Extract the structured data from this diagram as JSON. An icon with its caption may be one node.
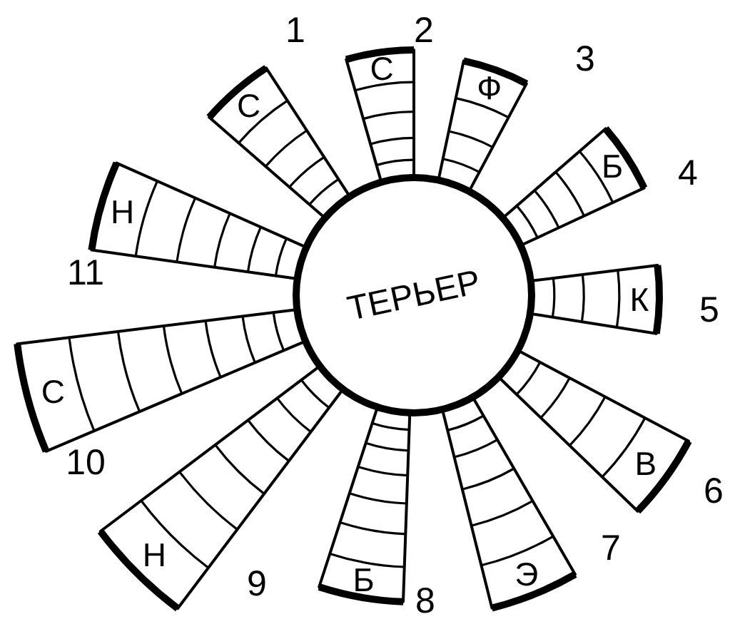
{
  "diagram": {
    "nodes": [
      {
        "text": [
          "ТЕРЬЕР"
        ]
      },
      {
        "text": [
          "С"
        ],
        "beside": [
          "1"
        ]
      },
      {
        "text": [
          "С"
        ],
        "beside": [
          "2"
        ]
      },
      {
        "text": [
          "Ф"
        ],
        "beside": [
          "3"
        ]
      },
      {
        "text": [
          "Б"
        ],
        "beside": [
          "4"
        ]
      },
      {
        "text": [
          "К"
        ],
        "beside": [
          "5"
        ]
      },
      {
        "text": [
          "В"
        ],
        "beside": [
          "6"
        ]
      },
      {
        "text": [
          "Э"
        ],
        "beside": [
          "7"
        ]
      },
      {
        "text": [
          "Б"
        ],
        "beside": [
          "8"
        ]
      },
      {
        "text": [
          "Н"
        ],
        "beside": [
          "9"
        ]
      },
      {
        "text": [
          "С"
        ],
        "beside": [
          "10"
        ]
      },
      {
        "text": [
          "Н"
        ],
        "beside": [
          "11"
        ]
      }
    ]
  }
}
